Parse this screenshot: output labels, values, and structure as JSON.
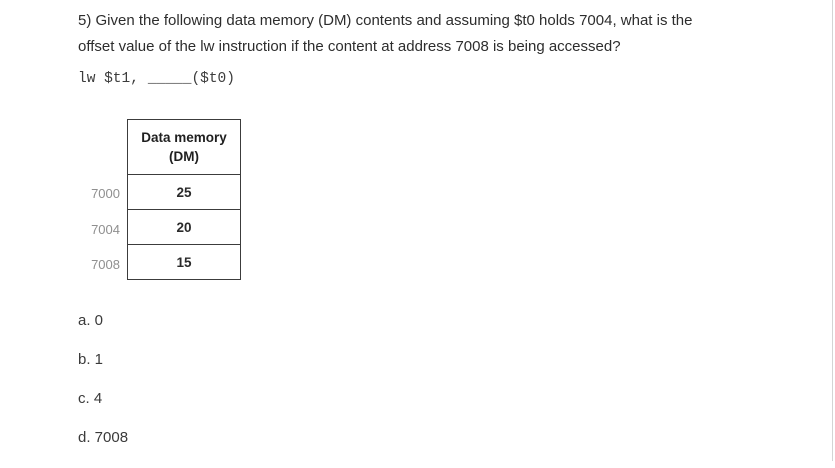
{
  "question": {
    "line1": "5) Given the following data memory (DM) contents and assuming $t0 holds 7004, what is the",
    "line2": "offset value of the lw instruction if the content at address 7008 is being accessed?"
  },
  "instruction": {
    "prefix": "lw $t1,",
    "blank": "_____",
    "suffix": "($t0)"
  },
  "memory_table": {
    "header_line1": "Data memory",
    "header_line2": "(DM)",
    "rows": [
      {
        "address": "7000",
        "value": "25"
      },
      {
        "address": "7004",
        "value": "20"
      },
      {
        "address": "7008",
        "value": "15"
      }
    ]
  },
  "options": [
    {
      "label": "a. 0"
    },
    {
      "label": "b. 1"
    },
    {
      "label": "c. 4"
    },
    {
      "label": "d. 7008"
    }
  ],
  "colors": {
    "body_text": "#2d2d2d",
    "code_text": "#3c3c3c",
    "address_gray": "#8f8f8f",
    "table_border": "#3c3c3c",
    "right_divider": "#d4d4d4",
    "background": "#ffffff"
  }
}
